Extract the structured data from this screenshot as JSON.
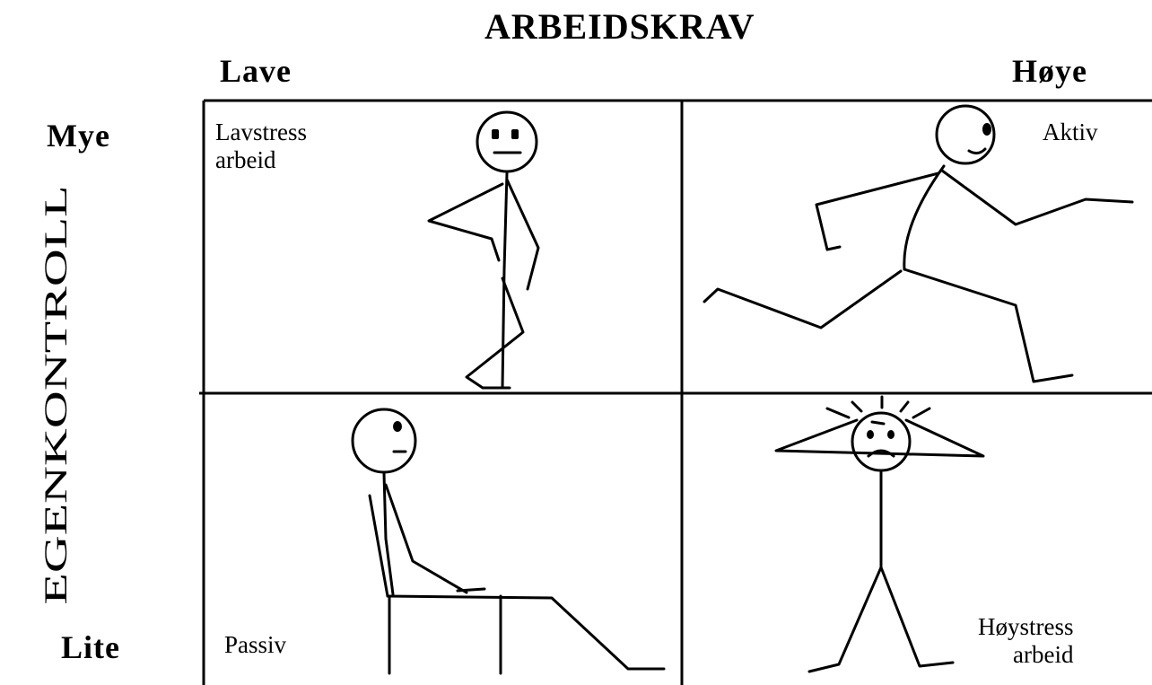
{
  "header": {
    "title": "ARBEIDSKRAV",
    "col_low": "Lave",
    "col_high": "Høye"
  },
  "side": {
    "axis_label": "EGENKONTROLL",
    "row_high": "Mye",
    "row_low": "Lite"
  },
  "quadrants": {
    "top_left": {
      "line1": "Lavstress",
      "line2": "arbeid"
    },
    "top_right": {
      "label": "Aktiv"
    },
    "bottom_left": {
      "label": "Passiv"
    },
    "bottom_right": {
      "line1": "Høystress",
      "line2": "arbeid"
    }
  },
  "figures": {
    "top_left": "standing-relaxed-figure",
    "top_right": "running-figure",
    "bottom_left": "sitting-figure",
    "bottom_right": "stressed-figure"
  }
}
